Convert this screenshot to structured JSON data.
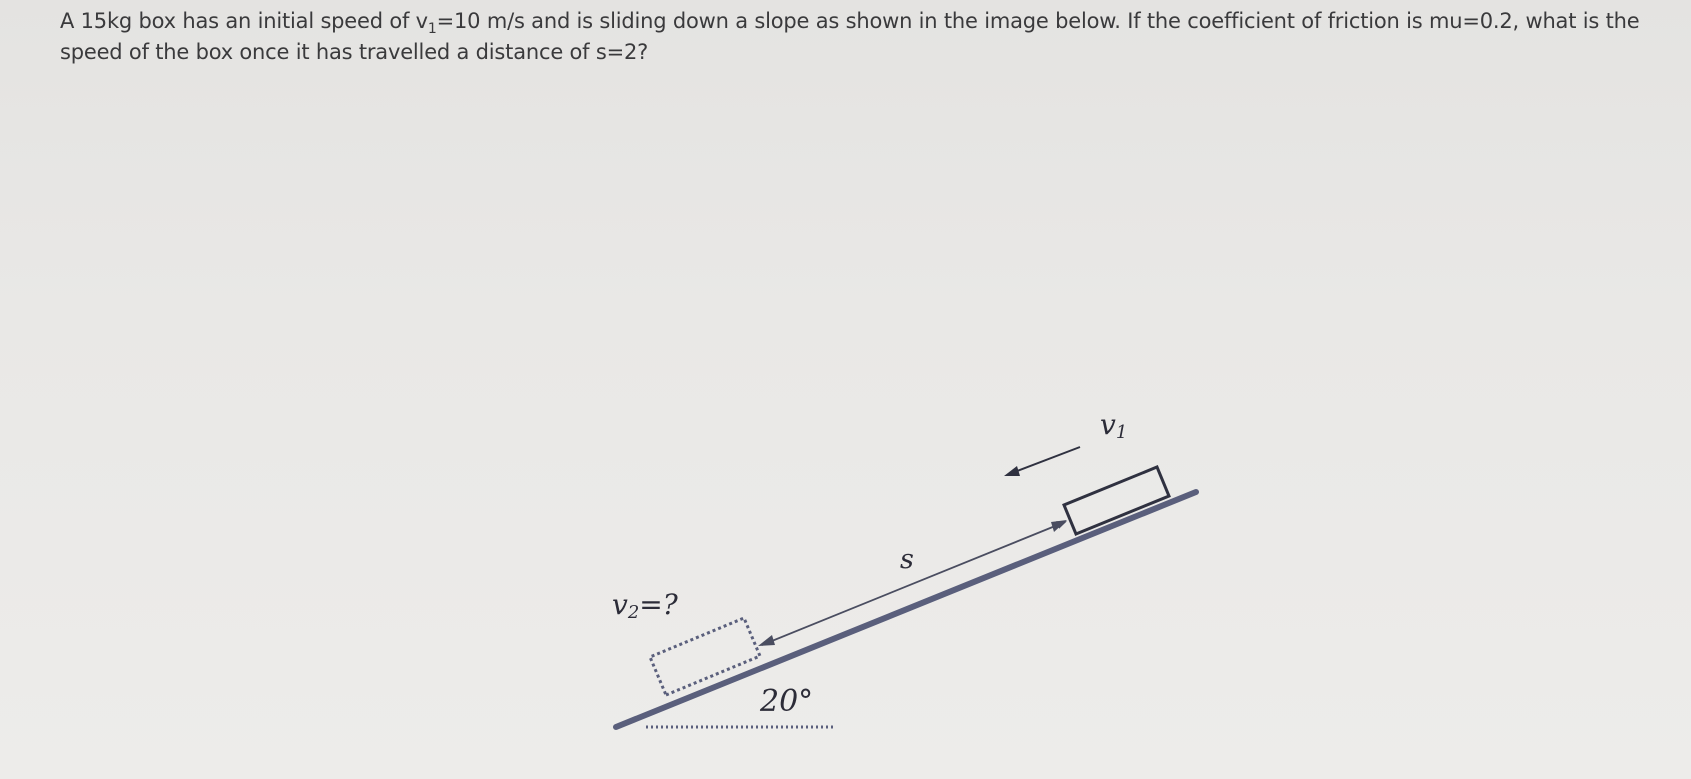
{
  "question": {
    "part1": "A 15kg box has an initial speed of v",
    "sub1": "1",
    "part2": "=10 m/s and is sliding down a slope as shown in the image below. If the coefficient of friction is mu=0.2, what is the speed of the box once it has travelled a distance of s=2?"
  },
  "diagram": {
    "v1_label": "v",
    "v1_sub": "1",
    "s_label": "s",
    "v2_label": "v",
    "v2_sub": "2",
    "v2_suffix": "=?",
    "angle_label": "20°",
    "colors": {
      "slope": "#5a5f7c",
      "ink": "#2f3140",
      "dotted": "#5a5f7c"
    }
  }
}
